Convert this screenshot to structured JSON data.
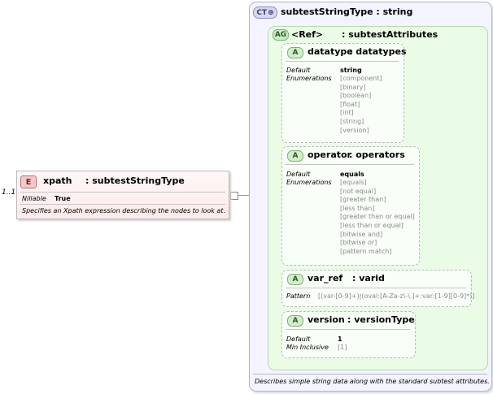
{
  "element": {
    "occurrence": "1..1",
    "badge": "E",
    "name": "xpath",
    "type": ": subtestStringType",
    "nillable_label": "Nillable",
    "nillable_value": "True",
    "description": "Specifies an Xpath expression describing the nodes to look at."
  },
  "complex_type": {
    "badge": "CT",
    "title": "subtestStringType : string",
    "description": "Describes simple string data along with the standard subtest attributes."
  },
  "attribute_group": {
    "badge": "AG",
    "ref": "<Ref>",
    "name": ": subtestAttributes"
  },
  "attributes": {
    "datatype": {
      "badge": "A",
      "name": "datatype",
      "type": ": datatypes",
      "default_label": "Default",
      "default_value": "string",
      "enum_label": "Enumerations",
      "enumerations": [
        "[component]",
        "[binary]",
        "[boolean]",
        "[float]",
        "[int]",
        "[string]",
        "[version]"
      ]
    },
    "operator": {
      "badge": "A",
      "name": "operator",
      "type": ": operators",
      "default_label": "Default",
      "default_value": "equals",
      "enum_label": "Enumerations",
      "enumerations": [
        "[equals]",
        "[not equal]",
        "[greater than]",
        "[less than]",
        "[greater than or equal]",
        "[less than or equal]",
        "[bitwise and]",
        "[bitwise or]",
        "[pattern match]"
      ]
    },
    "var_ref": {
      "badge": "A",
      "name": "var_ref",
      "type": ": varid",
      "pattern_label": "Pattern",
      "pattern_value": "[(var-[0-9]+)|(oval:[A-Za-z\\-\\.]+:var:[1-9][0-9]*)]"
    },
    "version": {
      "badge": "A",
      "name": "version",
      "type": ": versionType",
      "default_label": "Default",
      "default_value": "1",
      "min_label": "Min Inclusive",
      "min_value": "[1]"
    }
  }
}
